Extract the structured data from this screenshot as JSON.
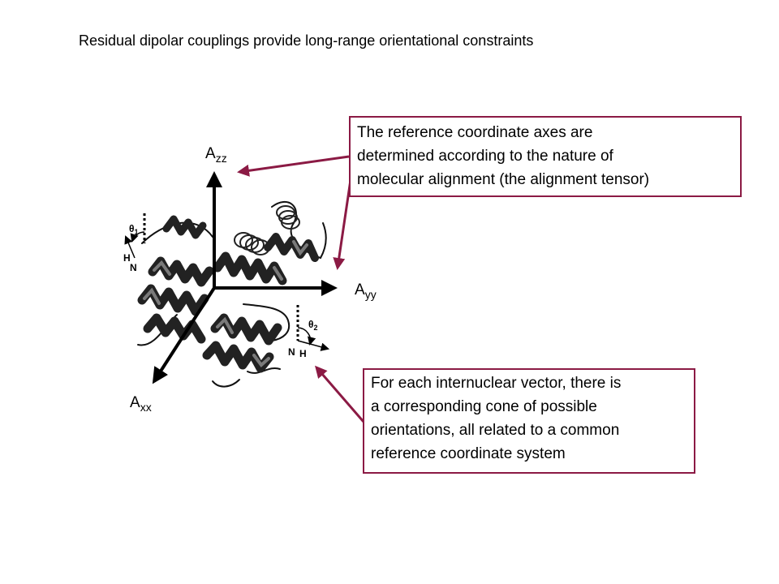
{
  "title": "Residual dipolar couplings provide long-range orientational constraints",
  "callouts": {
    "top": {
      "lines": [
        "The reference coordinate axes are",
        "determined according to the nature of",
        "molecular alignment (the alignment tensor)"
      ]
    },
    "bottom": {
      "lines": [
        "For each internuclear vector, there is",
        "a corresponding cone of possible",
        "orientations, all related to a common",
        "reference coordinate system"
      ]
    }
  },
  "axes": {
    "zz": {
      "main": "A",
      "sub": "zz"
    },
    "yy": {
      "main": "A",
      "sub": "yy"
    },
    "xx": {
      "main": "A",
      "sub": "xx"
    }
  },
  "vectors": {
    "v1": {
      "theta": "θ",
      "sub": "1",
      "h": "H",
      "n": "N"
    },
    "v2": {
      "theta": "θ",
      "sub": "2",
      "h": "H",
      "n": "N"
    }
  },
  "colors": {
    "callout_border": "#8b1a44",
    "arrow": "#8b1a44",
    "helix_dark": "#222222",
    "helix_light": "#6f6f6f"
  }
}
